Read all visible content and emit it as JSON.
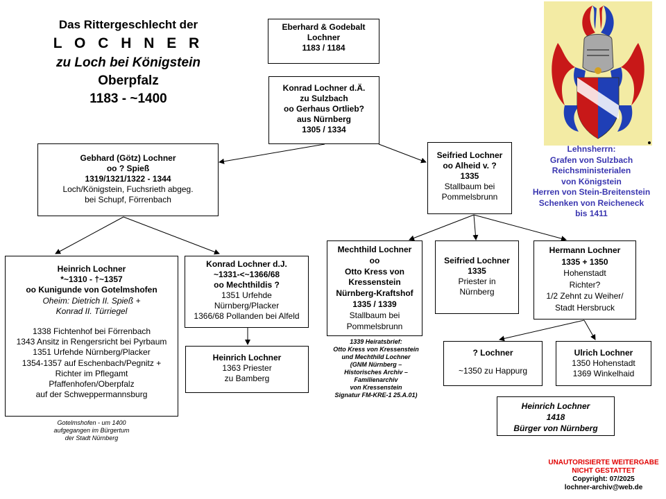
{
  "title": {
    "line1": "Das Rittergeschlecht der",
    "line2": "L O C H N E R",
    "line3": "zu Loch bei Königstein",
    "line4": "Oberpfalz",
    "line5": "1183 - ~1400"
  },
  "boxes": {
    "eberhard": [
      "Eberhard  &  Godebalt",
      "Lochner",
      "1183 / 1184"
    ],
    "konrad_da": [
      "Konrad Lochner d.Ä.",
      "zu Sulzbach",
      "oo Gerhaus Ortlieb?",
      "aus Nürnberg",
      "1305 / 1334"
    ],
    "gebhard": [
      "Gebhard (Götz) Lochner",
      "oo ? Spieß",
      "1319/1321/1322  - 1344",
      "Loch/Königstein, Fuchsrieth abgeg.",
      "bei Schupf, Förrenbach"
    ],
    "seifried1": [
      "Seifried Lochner",
      "oo Alheid v. ?",
      "1335",
      "Stallbaum bei",
      "Pommelsbrunn"
    ],
    "heinrich1": [
      "Heinrich Lochner",
      "*~1310 - †~1357",
      "oo  Kunigunde von Gotelmshofen",
      "Oheim: Dietrich II. Spieß +",
      "Konrad II. Türriegel",
      "1338 Fichtenhof bei Förrenbach",
      "1343 Ansitz in Rengersricht  bei Pyrbaum",
      "1351 Urfehde  Nürnberg/Placker",
      "1354-1357  auf Eschenbach/Pegnitz +",
      "Richter im Pflegamt",
      "Pfaffenhofen/Oberpfalz",
      "auf der Schweppermannsburg"
    ],
    "konrad_dj": [
      "Konrad Lochner d.J.",
      "~1331-<~1366/68",
      "oo Mechthildis ?",
      "1351 Urfehde",
      "Nürnberg/Placker",
      "1366/68 Pollanden  bei Alfeld"
    ],
    "heinrich2": [
      "Heinrich Lochner",
      "1363 Priester",
      "zu Bamberg"
    ],
    "mechthild": [
      "Mechthild Lochner",
      "oo",
      "Otto Kress  von",
      "Kressenstein",
      "Nürnberg-Kraftshof",
      "1335  / 1339",
      "Stallbaum bei",
      "Pommelsbrunn"
    ],
    "seifried2": [
      "Seifried Lochner",
      "1335",
      "Priester in",
      "Nürnberg"
    ],
    "hermann": [
      "Hermann Lochner",
      "1335  + 1350",
      "Hohenstadt",
      "Richter?",
      "1/2 Zehnt zu Weiher/",
      "Stadt Hersbruck"
    ],
    "unknown": [
      "?  Lochner",
      "~1350  zu Happurg"
    ],
    "ulrich": [
      "Ulrich Lochner",
      "1350 Hohenstadt",
      "1369 Winkelhaid"
    ],
    "heinrich3": [
      "Heinrich Lochner",
      "1418",
      "Bürger von Nürnberg"
    ]
  },
  "notes": {
    "gotelmshofen": [
      "Gotelmshofen - um 1400",
      "aufgegangen im Bürgertum",
      "der Stadt Nürnberg"
    ],
    "heiratsbrief": [
      "1339 Heiratsbrief:",
      "Otto Kress von Kressenstein",
      "und Mechthild Lochner",
      "(GNM Nürnberg –",
      "Historisches Archiv –",
      "Familienarchiv",
      "von Kressenstein",
      "Signatur FM-KRE-1 25.A.01)"
    ]
  },
  "lehnsherrn": [
    "Lehnsherrn:",
    "Grafen von Sulzbach",
    "Reichsministerialen",
    "von Königstein",
    "Herren von Stein-Breitenstein",
    "Schenken von Reicheneck",
    "bis 1411"
  ],
  "copyright": {
    "warning1": "UNAUTORISIERTE  WEITERGABE",
    "warning2": "NICHT GESTATTET",
    "line1": "Copyright: 07/2025",
    "line2": "lochner-archiv@web.de"
  },
  "colors": {
    "lehnsherrn": "#3a36b0",
    "warning": "#e00000",
    "crest_bg": "#f3eba4",
    "crest_red": "#c81818",
    "crest_blue": "#1f3fb6"
  },
  "icons": {
    "crest": "coat-of-arms-icon"
  }
}
